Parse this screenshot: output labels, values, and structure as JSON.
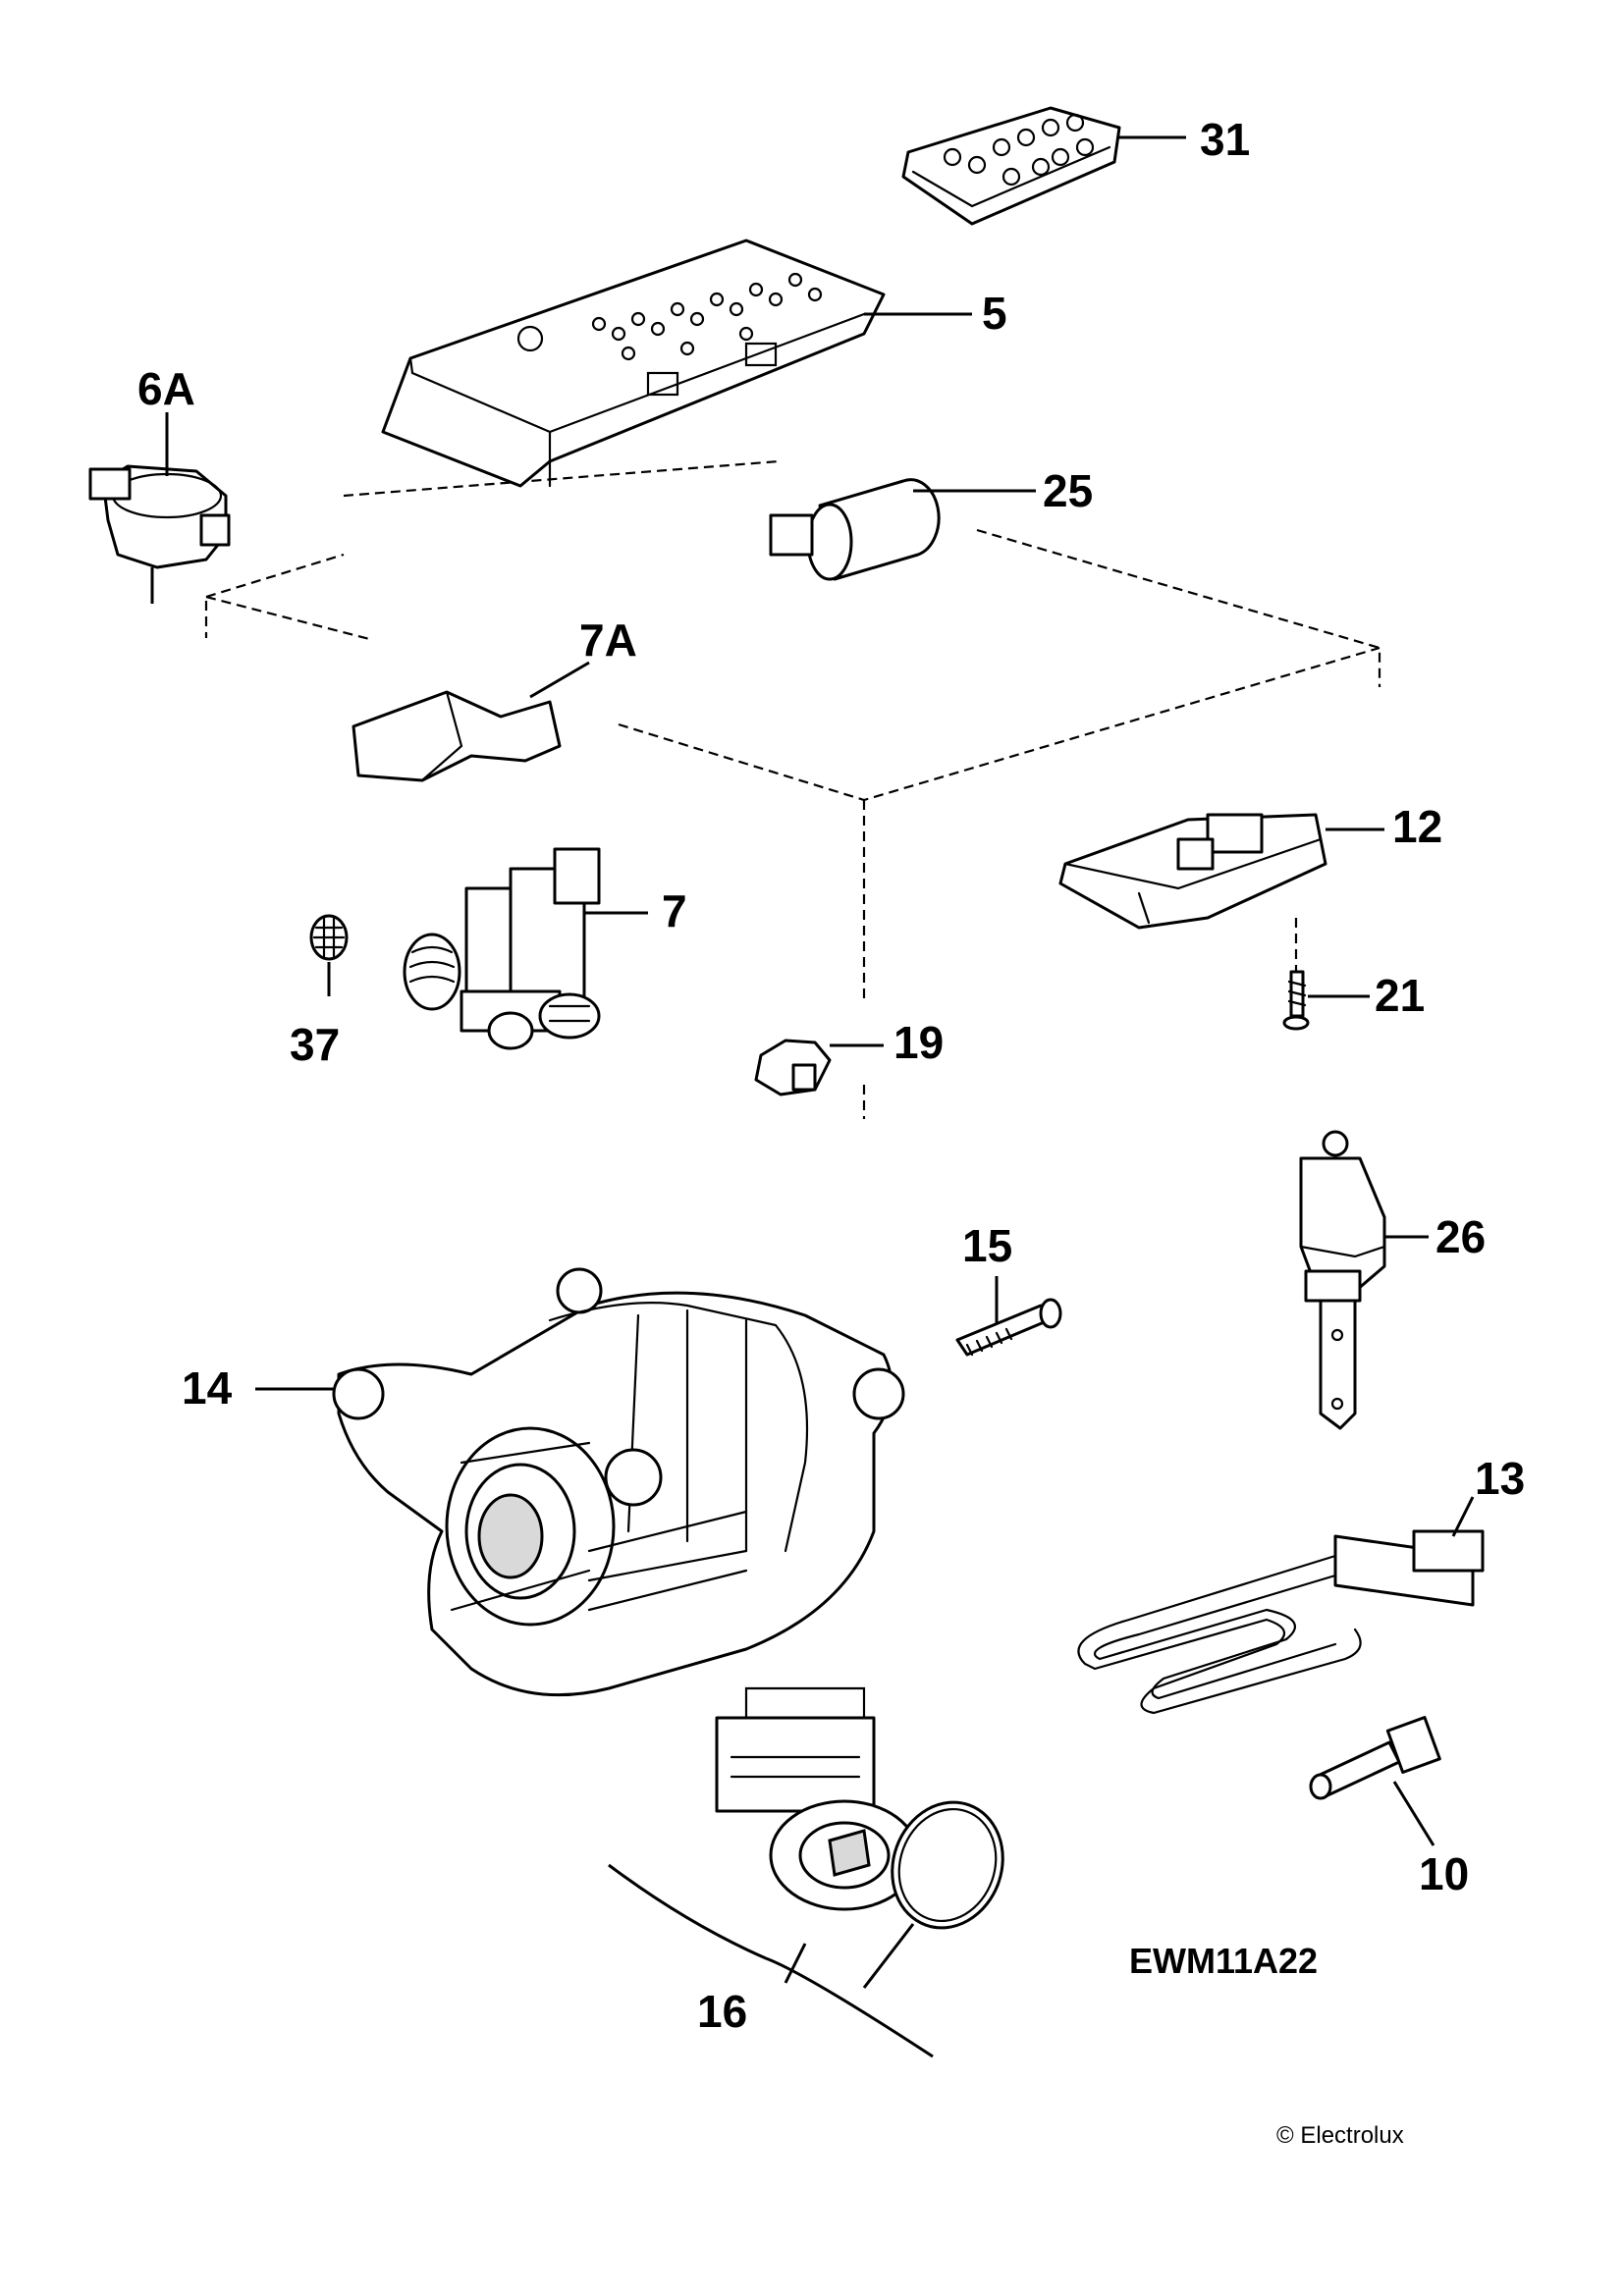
{
  "labels": {
    "p31": "31",
    "p5": "5",
    "p6A": "6A",
    "p25": "25",
    "p7A": "7A",
    "p12": "12",
    "p7": "7",
    "p21": "21",
    "p37": "37",
    "p19": "19",
    "p15": "15",
    "p26": "26",
    "p14": "14",
    "p13": "13",
    "p10": "10",
    "p16": "16"
  },
  "model_code": "EWM11A22",
  "copyright": "© Electrolux"
}
